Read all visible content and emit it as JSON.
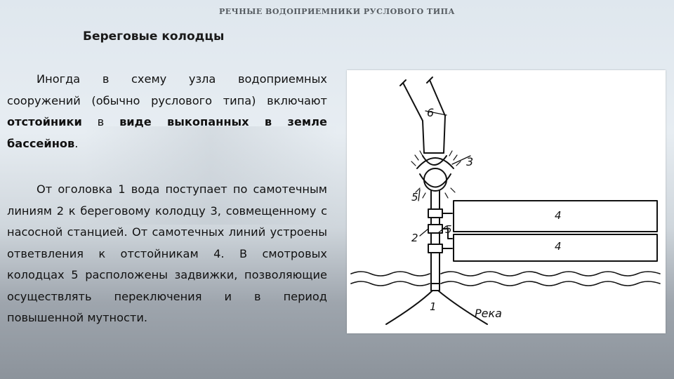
{
  "header": "РЕЧНЫЕ ВОДОПРИЕМНИКИ РУСЛОВОГО ТИПА",
  "title": "Береговые колодцы",
  "p1": {
    "part1": "Иногда в схему узла водоприемных сооружений (обычно руслового типа) включают ",
    "bold1": "отстойники",
    "part2": " в ",
    "bold2": "виде выкопанных в земле бассейнов",
    "part3": "."
  },
  "p2": "От оголовка 1 вода поступает по самотечным линиям 2 к береговому колодцу 3, совмещенному с насосной станцией. От самотечных линий устроены ответвления к отстойникам 4. В смотровых колодцах 5 расположены задвижки, позволяющие осуществлять переключения и в период повышенной мутности.",
  "figure": {
    "labels": {
      "l6": "6",
      "l3": "3",
      "l5a": "5",
      "l5b": "5",
      "l2": "2",
      "l4a": "4",
      "l4b": "4",
      "l1": "1",
      "river": "Река"
    }
  }
}
